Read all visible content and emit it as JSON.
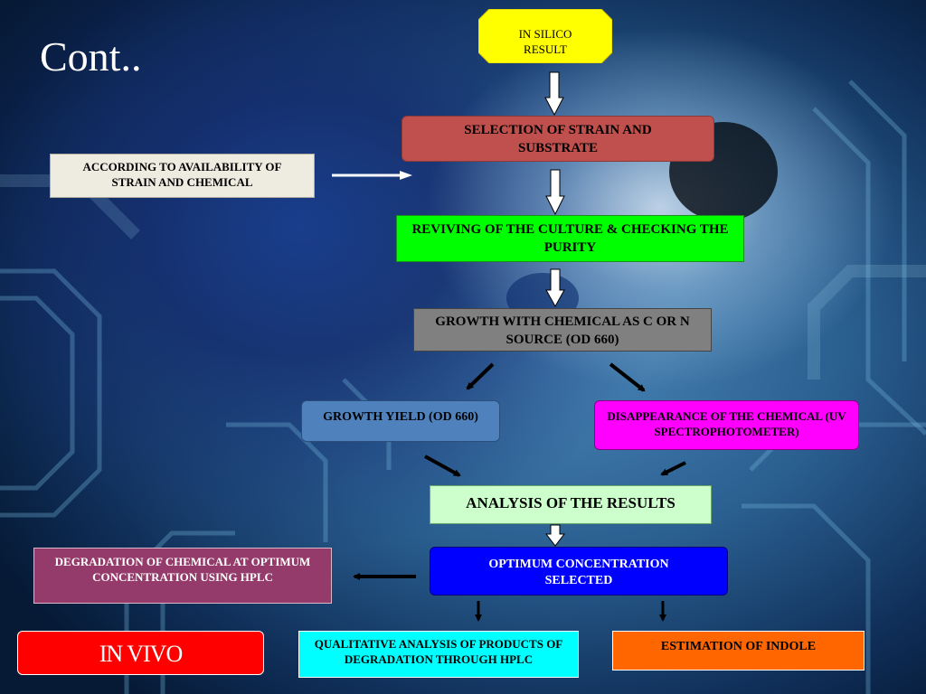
{
  "slide": {
    "title": "Cont.."
  },
  "nodes": {
    "in_silico": "IN SILICO RESULT",
    "selection": "SELECTION OF STRAIN AND SUBSTRATE",
    "according": "ACCORDING TO AVAILABILITY OF STRAIN AND CHEMICAL",
    "reviving": "REVIVING OF THE CULTURE & CHECKING THE PURITY",
    "growth_chemical": "GROWTH WITH CHEMICAL AS C OR N SOURCE (OD 660)",
    "growth_yield": "GROWTH YIELD (OD 660)",
    "disappearance": "DISAPPEARANCE OF THE CHEMICAL (UV SPECTROPHOTOMETER)",
    "analysis": "ANALYSIS OF THE RESULTS",
    "optimum": "OPTIMUM CONCENTRATION SELECTED",
    "degradation": "DEGRADATION OF CHEMICAL AT OPTIMUM CONCENTRATION USING HPLC",
    "in_vivo": "IN VIVO",
    "qualitative": "QUALITATIVE ANALYSIS OF PRODUCTS OF DEGRADATION THROUGH HPLC",
    "indole": "ESTIMATION OF INDOLE"
  },
  "colors": {
    "in_silico": "#ffff00",
    "selection": "#c0504d",
    "according": "#eeece1",
    "reviving": "#00ff00",
    "growth_chemical": "#808080",
    "growth_yield": "#4f81bd",
    "disappearance": "#ff00ff",
    "analysis": "#ccffcc",
    "optimum": "#0000ff",
    "degradation": "#953b6b",
    "in_vivo": "#ff0000",
    "qualitative": "#00ffff",
    "indole": "#ff6600"
  }
}
